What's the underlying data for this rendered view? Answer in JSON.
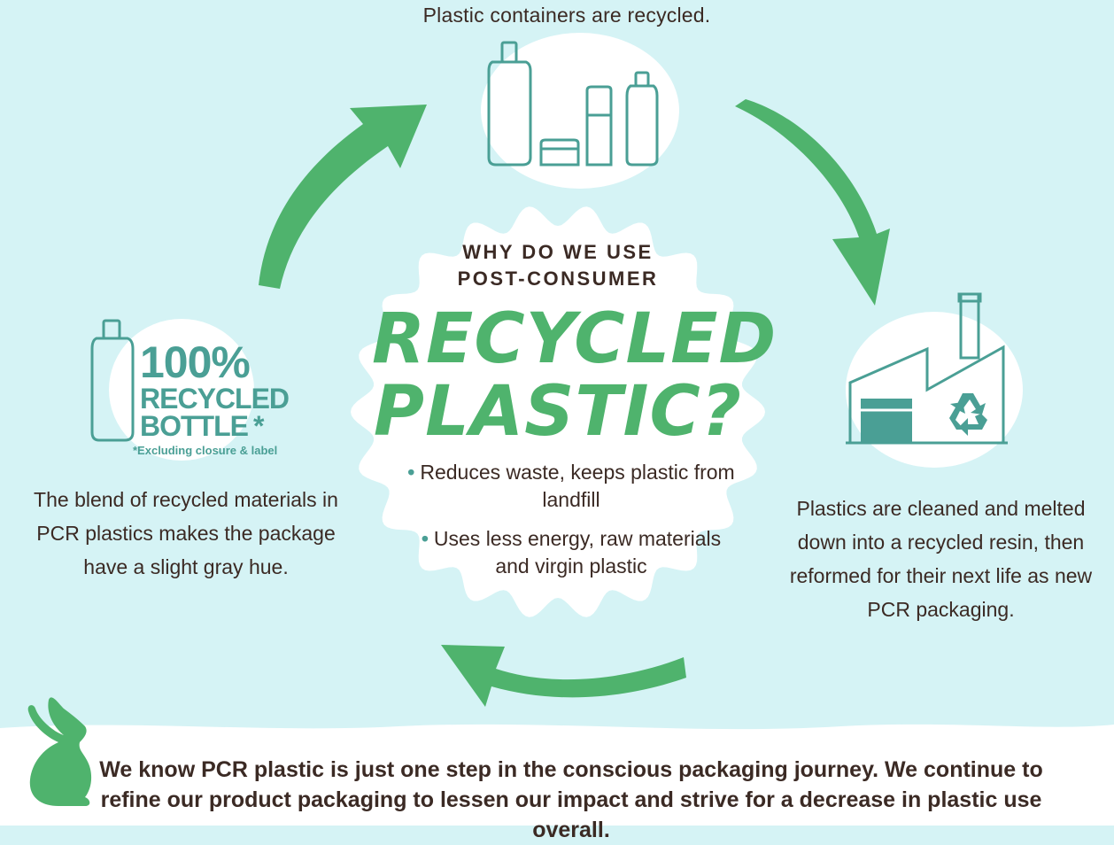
{
  "colors": {
    "background": "#d5f3f5",
    "arrow_green": "#4fb36d",
    "icon_teal": "#4a9f95",
    "text_dark": "#3b2a24",
    "white": "#ffffff"
  },
  "steps": {
    "top": "Plastic containers are recycled.",
    "right": "Plastics are cleaned and melted down into a recycled resin, then reformed for their next life as new PCR packaging.",
    "left": "The blend of recycled materials in PCR plastics makes the package have a slight gray hue."
  },
  "center": {
    "question_line1": "WHY DO WE USE",
    "question_line2": "POST-CONSUMER",
    "headline_line1": "RECYCLED",
    "headline_line2": "PLASTIC?",
    "bullets": [
      "Reduces waste, keeps plastic from landfill",
      "Uses less energy, raw materials and virgin plastic"
    ]
  },
  "badge": {
    "line1": "100%",
    "line2": "RECYCLED",
    "line3": "BOTTLE",
    "asterisk": "*",
    "note": "*Excluding closure & label"
  },
  "footer": {
    "text": "We know PCR plastic is just one step in the conscious packaging journey. We continue to refine our product packaging to lessen our impact and strive for a decrease in plastic use overall."
  },
  "icons": [
    "bottles-icon",
    "factory-icon",
    "recycle-icon",
    "bottle-icon",
    "bunny-icon",
    "arrow-icon"
  ]
}
